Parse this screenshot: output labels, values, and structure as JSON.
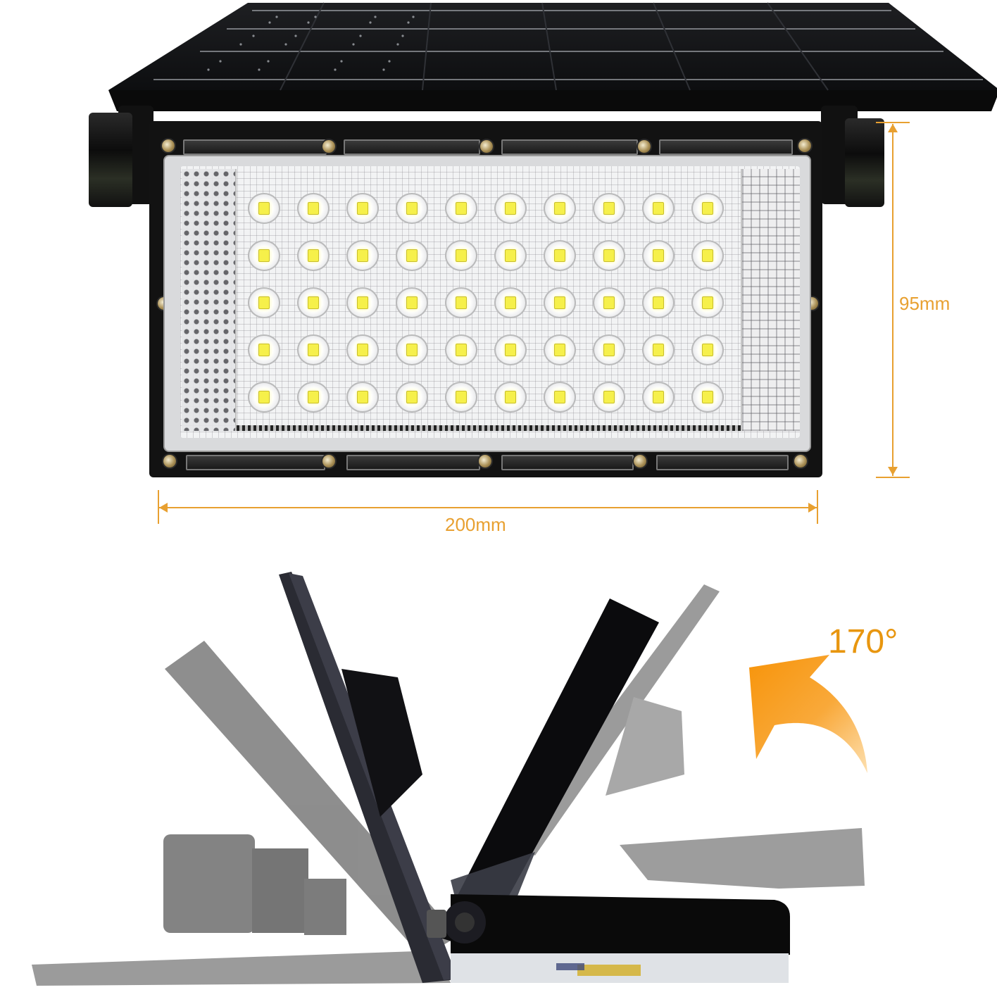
{
  "product": {
    "type": "solar LED flood light",
    "led_grid": {
      "rows": 5,
      "columns": 10
    }
  },
  "dimensions": {
    "height_label": "95mm",
    "width_label": "200mm"
  },
  "rotation": {
    "angle_label": "170°"
  },
  "colors": {
    "annotation": "#e8a030",
    "angle_arrow": "#f7940a",
    "housing": "#121212",
    "led_chip": "#f6f04a"
  }
}
